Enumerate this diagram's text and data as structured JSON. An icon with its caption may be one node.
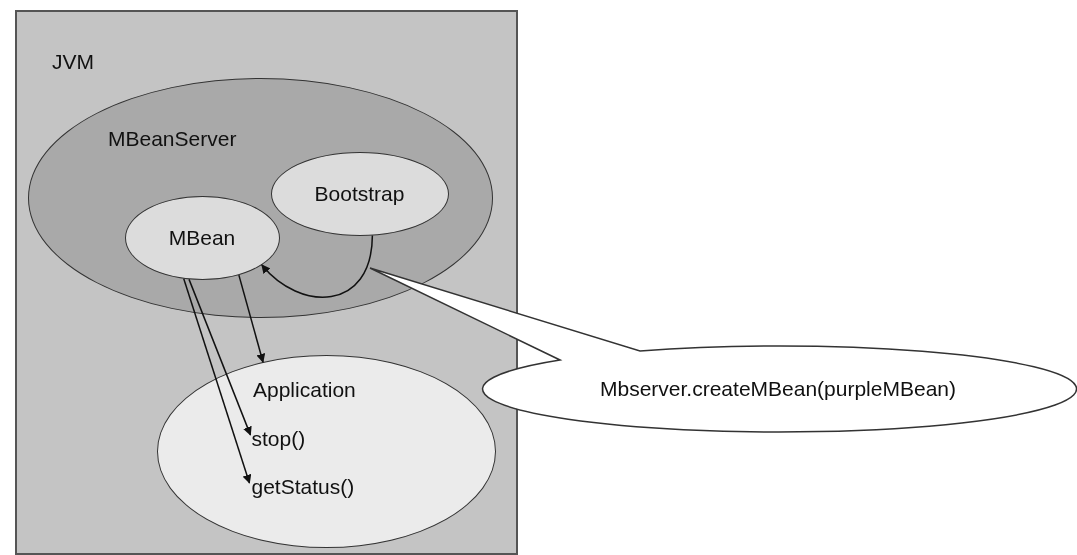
{
  "diagram": {
    "nodes": [
      {
        "text": [
          "JVM"
        ]
      },
      {
        "text": [
          "MBeanServer"
        ],
        "in": 0
      },
      {
        "text": [
          "Bootstrap"
        ],
        "in": 1
      },
      {
        "text": [
          "MBean"
        ],
        "in": 1
      },
      {
        "text": [
          "Application"
        ],
        "in": 0
      },
      {
        "text": [
          "stop()"
        ],
        "in": 4
      },
      {
        "text": [
          "getStatus()"
        ],
        "in": 4
      },
      {
        "text": [
          "Mbserver.createMBean(purpleMBean)"
        ]
      }
    ],
    "edges": [
      {
        "from": 2,
        "to": 3,
        "arrow": "to"
      },
      {
        "from": 3,
        "to": 4,
        "arrow": "to"
      },
      {
        "from": 3,
        "to": 5,
        "arrow": "to"
      },
      {
        "from": 3,
        "to": 6,
        "arrow": "to"
      }
    ]
  }
}
